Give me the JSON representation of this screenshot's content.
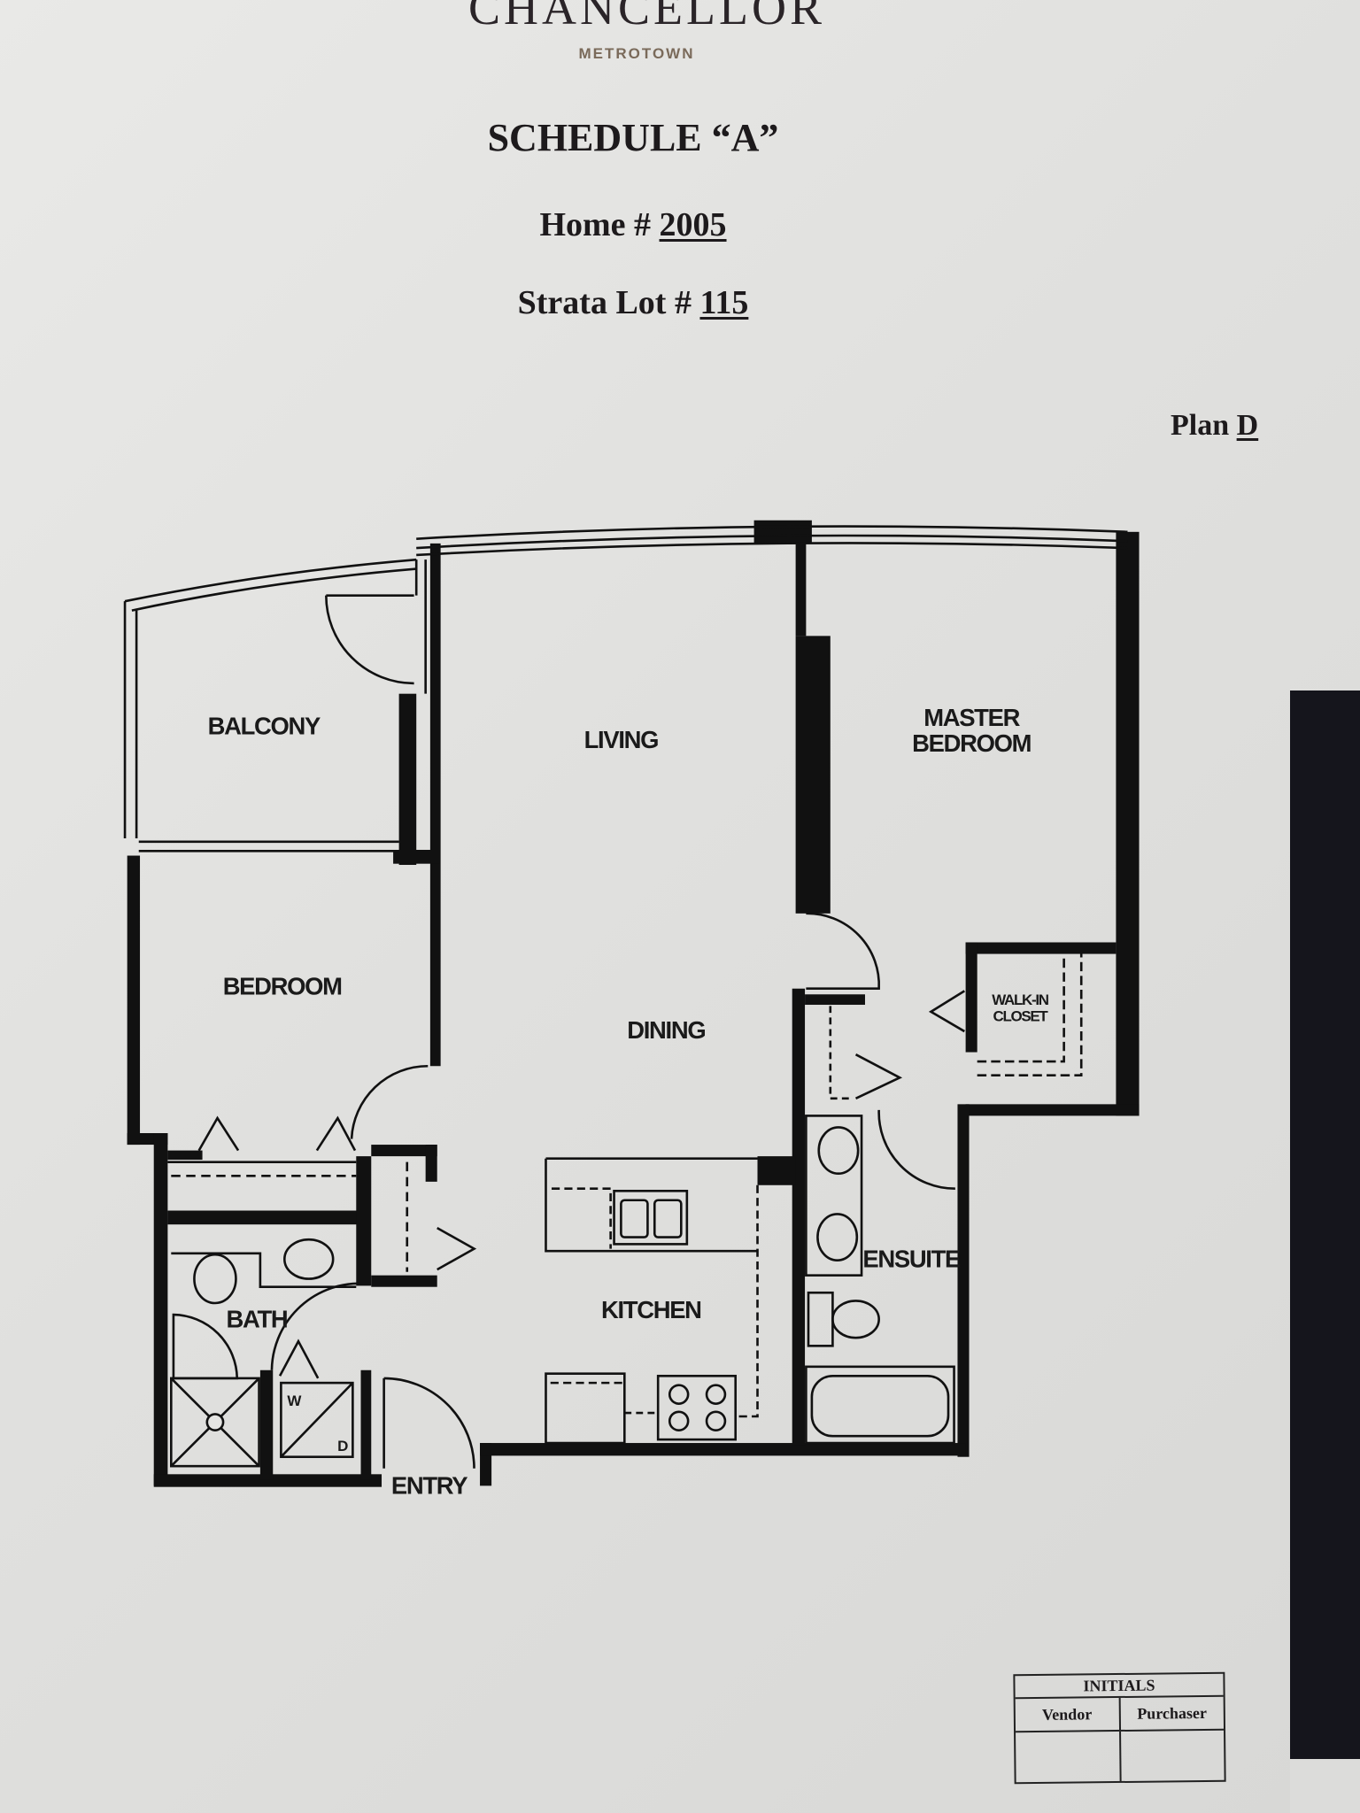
{
  "header": {
    "brand": "CHANCELLOR",
    "brand_sub": "METROTOWN",
    "schedule": "SCHEDULE “A”",
    "home_label": "Home #",
    "home_value": "2005",
    "strata_label": "Strata Lot #",
    "strata_value": "115",
    "plan_label": "Plan",
    "plan_value": "D"
  },
  "floor_plan": {
    "rooms": {
      "balcony": "BALCONY",
      "living": "LIVING",
      "master_1": "MASTER",
      "master_2": "BEDROOM",
      "bedroom": "BEDROOM",
      "dining": "DINING",
      "walkin_1": "WALK-IN",
      "walkin_2": "CLOSET",
      "ensuite": "ENSUITE",
      "kitchen": "KITCHEN",
      "bath": "BATH",
      "entry": "ENTRY",
      "washer": "W",
      "dryer": "D"
    }
  },
  "initials": {
    "title": "INITIALS",
    "vendor": "Vendor",
    "purchaser": "Purchaser"
  }
}
